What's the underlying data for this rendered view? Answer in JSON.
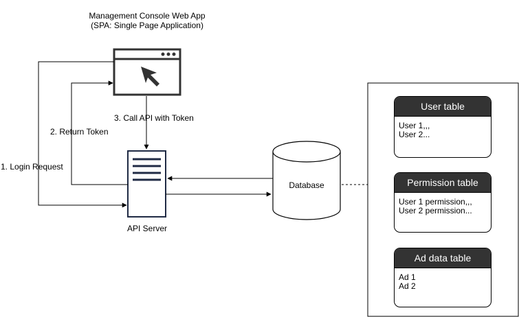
{
  "app": {
    "title_line1": "Management Console Web App",
    "title_line2": "(SPA: Single Page Application)"
  },
  "server": {
    "label": "API Server"
  },
  "database": {
    "label": "Database"
  },
  "edges": {
    "login": "1. Login Request",
    "return_token": "2. Return Token",
    "call_api": "3. Call API with Token"
  },
  "tables": [
    {
      "title": "User table",
      "rows": [
        "User 1,,,",
        "User 2..."
      ]
    },
    {
      "title": "Permission table",
      "rows": [
        "User 1 permission,,,",
        "User 2 permission..."
      ]
    },
    {
      "title": "Ad data table",
      "rows": [
        "Ad 1",
        "Ad 2"
      ]
    }
  ]
}
